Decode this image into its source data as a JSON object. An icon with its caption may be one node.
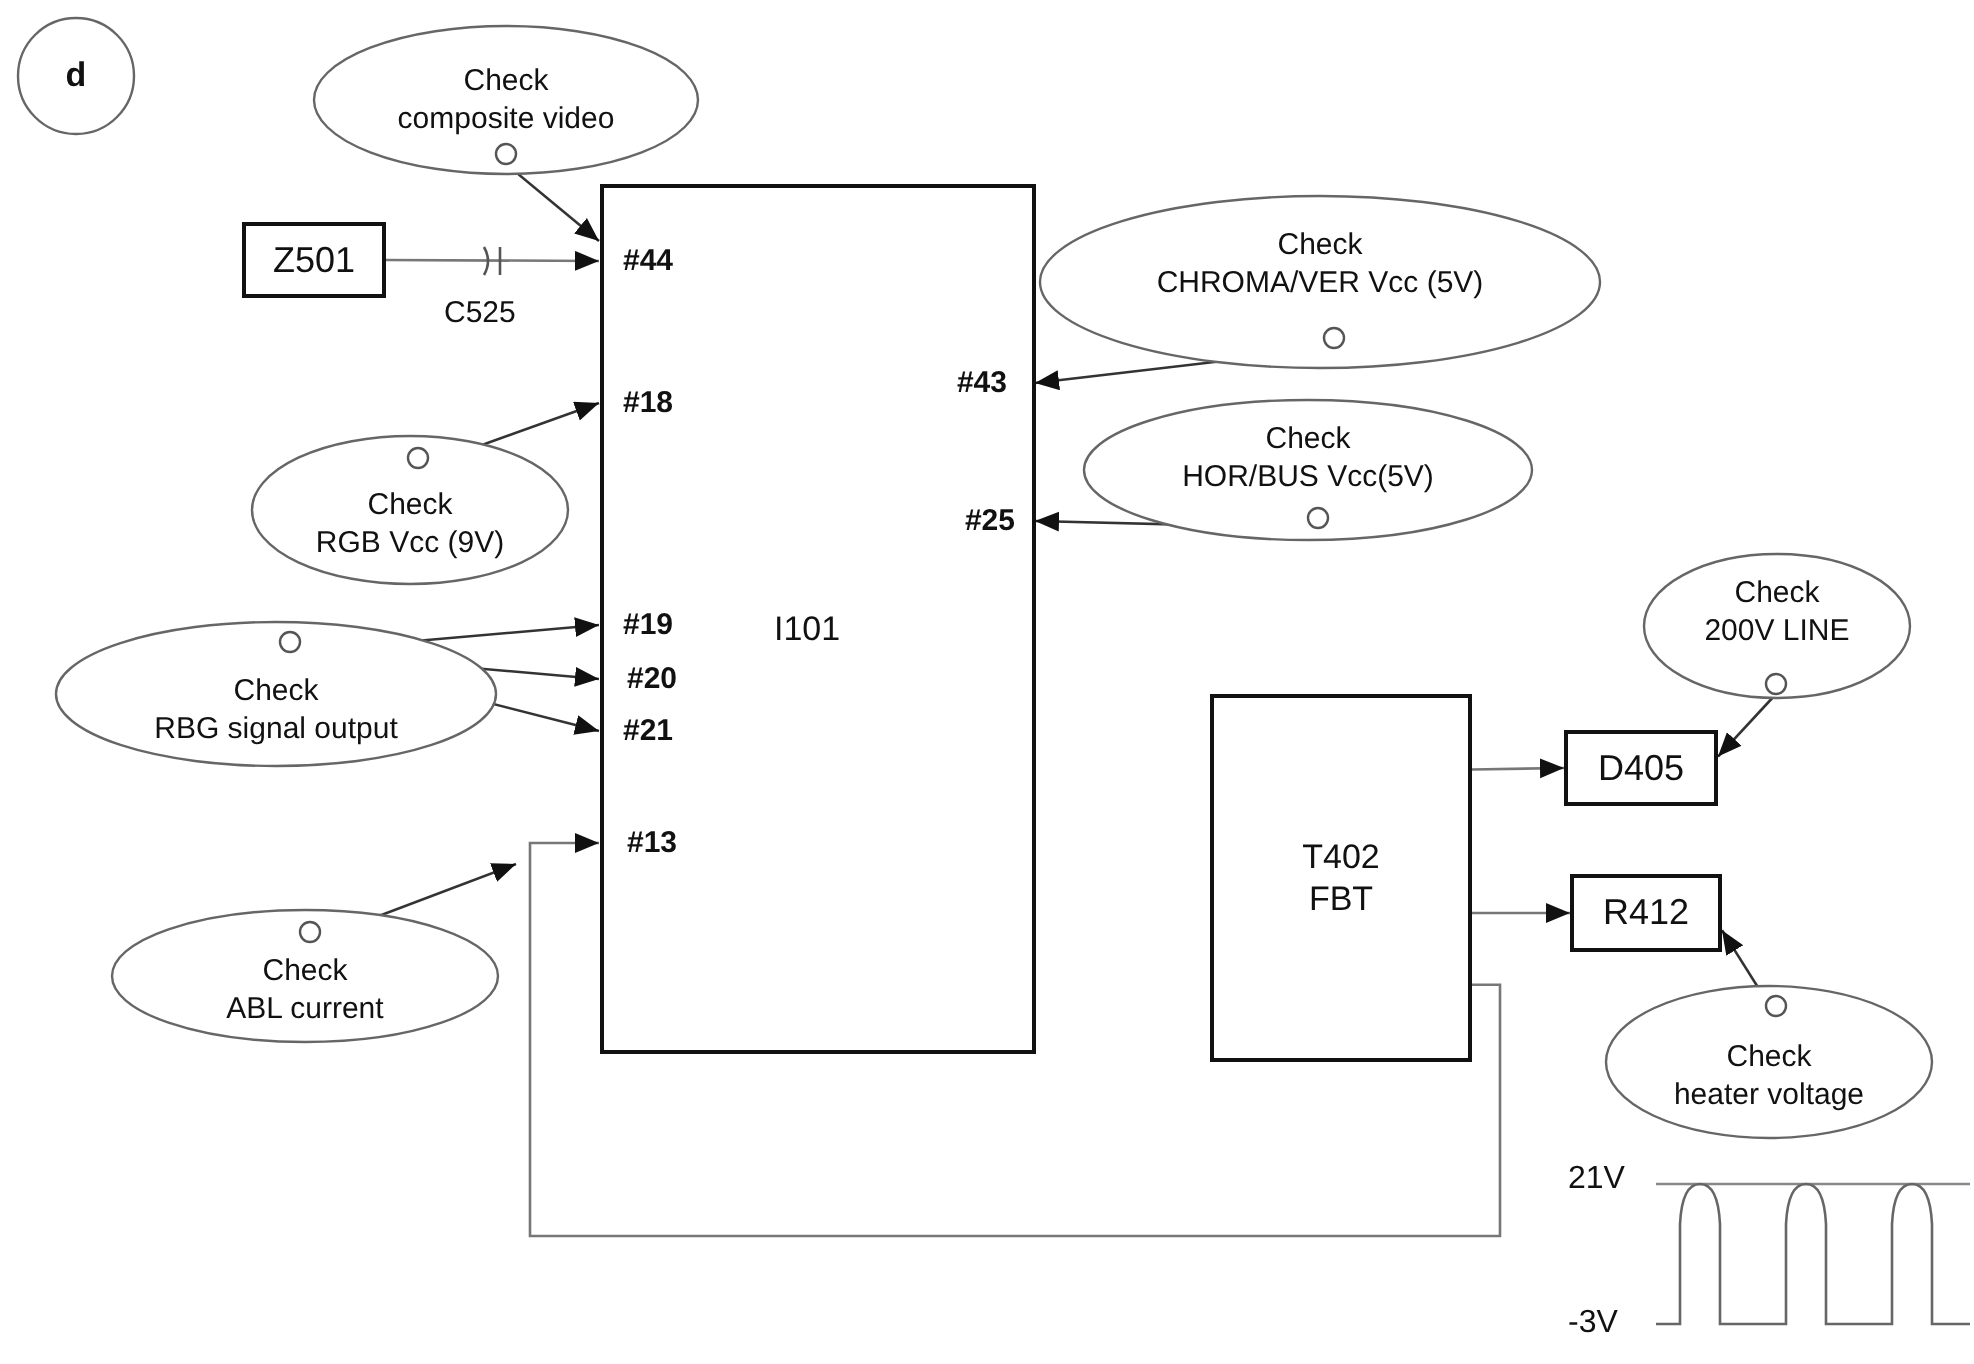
{
  "diagram": {
    "nodes": [
      {
        "text": [
          "d"
        ]
      },
      {
        "text": [
          "Check",
          "composite video"
        ]
      },
      {
        "text": [
          "Z501"
        ]
      },
      {
        "text": [
          "I101"
        ]
      },
      {
        "text": [
          "#44"
        ],
        "in": 3
      },
      {
        "text": [
          "#43"
        ],
        "in": 3
      },
      {
        "text": [
          "#18"
        ],
        "in": 3
      },
      {
        "text": [
          "#25"
        ],
        "in": 3
      },
      {
        "text": [
          "#19"
        ],
        "in": 3
      },
      {
        "text": [
          "#20"
        ],
        "in": 3
      },
      {
        "text": [
          "#21"
        ],
        "in": 3
      },
      {
        "text": [
          "#13"
        ],
        "in": 3
      },
      {
        "text": [
          "Check",
          "CHROMA/VER Vcc (5V)"
        ]
      },
      {
        "text": [
          "Check",
          "RGB Vcc (9V)"
        ]
      },
      {
        "text": [
          "Check",
          "HOR/BUS Vcc(5V)"
        ]
      },
      {
        "text": [
          "Check",
          "RBG signal output"
        ]
      },
      {
        "text": [
          "Check",
          "200V LINE"
        ]
      },
      {
        "text": [
          "T402 FBT"
        ]
      },
      {
        "text": [
          "D405"
        ]
      },
      {
        "text": [
          "R412"
        ]
      },
      {
        "text": [
          "Check",
          "ABL current"
        ]
      },
      {
        "text": [
          "Check",
          "heater voltage"
        ]
      }
    ],
    "edges": [
      {
        "from": 2,
        "to": 4,
        "arrow": "to",
        "label": "C525"
      },
      {
        "from": 1,
        "to": 4,
        "arrow": "to"
      },
      {
        "from": 12,
        "to": 5,
        "arrow": "to"
      },
      {
        "from": 13,
        "to": 6,
        "arrow": "to"
      },
      {
        "from": 14,
        "to": 7,
        "arrow": "to"
      },
      {
        "from": 15,
        "to": 8,
        "arrow": "to"
      },
      {
        "from": 15,
        "to": 9,
        "arrow": "to"
      },
      {
        "from": 15,
        "to": 10,
        "arrow": "to"
      },
      {
        "from": 16,
        "to": 18,
        "arrow": "to"
      },
      {
        "from": 17,
        "to": 18,
        "arrow": "to"
      },
      {
        "from": 17,
        "to": 19,
        "arrow": "to"
      },
      {
        "from": 21,
        "to": 19,
        "arrow": "to"
      },
      {
        "from": 17,
        "to": 11,
        "arrow": "to"
      },
      {
        "from": 20,
        "to": null,
        "arrow": "to"
      }
    ],
    "labels": [
      "21V",
      "-3V"
    ]
  }
}
